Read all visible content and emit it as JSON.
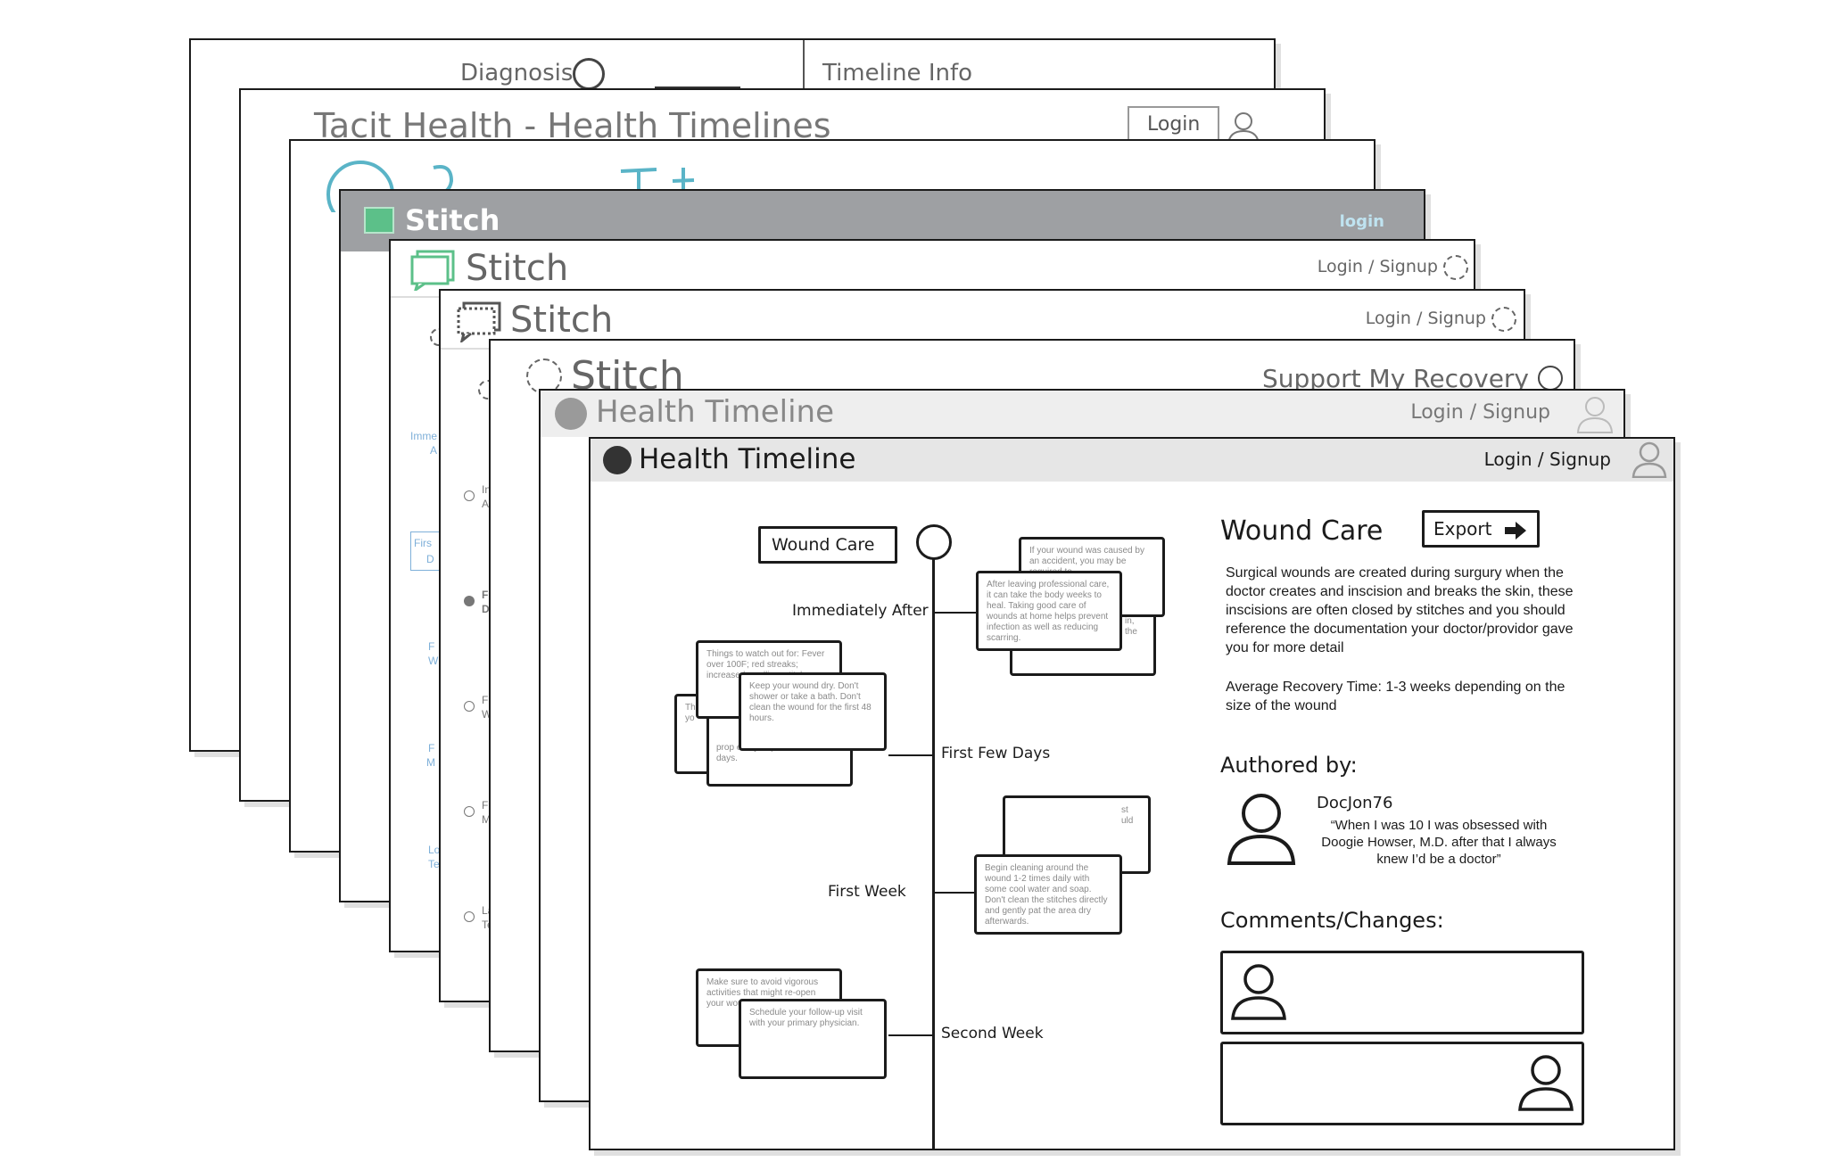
{
  "sheet1": {
    "diagnosis": "Diagnosis",
    "timeline_info": "Timeline Info"
  },
  "sheet2": {
    "title": "Tacit Health - Health Timelines",
    "login": "Login"
  },
  "sheet4": {
    "brand": "Stitch",
    "login": "login"
  },
  "sheet5": {
    "brand": "Stitch",
    "login": "Login / Signup"
  },
  "sheet6": {
    "brand": "Stitch",
    "login": "Login / Signup",
    "fragments": [
      "Imme",
      "A",
      "Firs",
      "D",
      "F",
      "W",
      "F",
      "M",
      "Lo",
      "Te"
    ]
  },
  "sheet7": {
    "brand": "Stitch",
    "support": "Support My Recovery",
    "fragments": [
      "In",
      "A",
      "Fi",
      "D",
      "Fi",
      "W",
      "Fi",
      "M",
      "La",
      "Te"
    ]
  },
  "sheet8": {
    "title": "Health Timeline",
    "login": "Login / Signup"
  },
  "main": {
    "title": "Health Timeline",
    "login": "Login / Signup",
    "start_label": "Wound Care",
    "stages": [
      "Immediately After",
      "First Few Days",
      "First Week",
      "Second Week"
    ],
    "cards": {
      "immediately_back": "If your wound was caused by an accident, you may be required to",
      "immediately_front": "After leaving professional care, it can take the body weeks to heal. Taking good care of wounds at home helps prevent infection as well as reducing scarring.",
      "immediately_peek": "in, the",
      "days_back": "Things to watch out for: Fever over 100F; red streaks; increased swelling; stitches",
      "days_front": "Keep your wound dry. Don't shower or take a bath. Don't clean the wound for the first 48 hours.",
      "days_peek_left": "Th wi yo",
      "days_peek_bottom": "prop every to pe the first two days.",
      "week_front": "Begin cleaning around the wound 1-2 times daily with some cool water and soap. Don't clean the stitches directly and gently pat the area dry afterwards.",
      "week_peek": "st uld",
      "second_back": "Make sure to avoid vigorous activities that might re-open your wound periods",
      "second_front": "Schedule your follow-up visit with your primary physician."
    },
    "detail": {
      "title": "Wound Care",
      "export_label": "Export",
      "description": "Surgical wounds are created during surgury when the doctor creates and inscision and breaks the skin, these inscisions are often closed by stitches and you should reference the documentation your doctor/providor gave you for more detail",
      "recovery": "Average Recovery Time: 1-3 weeks depending on the size of the wound",
      "authored_heading": "Authored by:",
      "author": "DocJon76",
      "quote": "“When I was 10 I was obsessed with Doogie Howser, M.D. after that I always knew I’d be a doctor”",
      "comments_heading": "Comments/Changes:"
    }
  },
  "colors": {
    "gray_bar": "#9ea0a3",
    "light_bar": "#e6e6e6",
    "stitch_green": "#5cc089",
    "sketch_blue": "#5ab4c7",
    "link_blue": "#7fb0d9"
  },
  "icons": [
    "user-icon",
    "logo-icon",
    "arrow-right-icon",
    "circle-icon"
  ]
}
